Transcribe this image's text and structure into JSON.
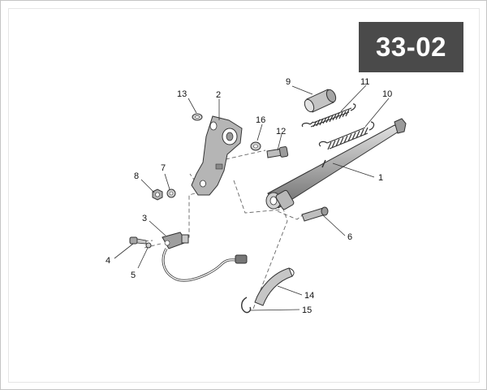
{
  "badge": {
    "text": "33-02"
  },
  "callouts": {
    "c1": "1",
    "c2": "2",
    "c3": "3",
    "c4": "4",
    "c5": "5",
    "c6": "6",
    "c7": "7",
    "c8": "8",
    "c9": "9",
    "c10": "10",
    "c11": "11",
    "c12": "12",
    "c13": "13",
    "c14": "14",
    "c15": "15",
    "c16": "16"
  },
  "colors": {
    "part_fill": "#bfbfbf",
    "part_dark": "#8c8c8c",
    "line": "#333333",
    "badge_bg": "#4a4a4a"
  }
}
